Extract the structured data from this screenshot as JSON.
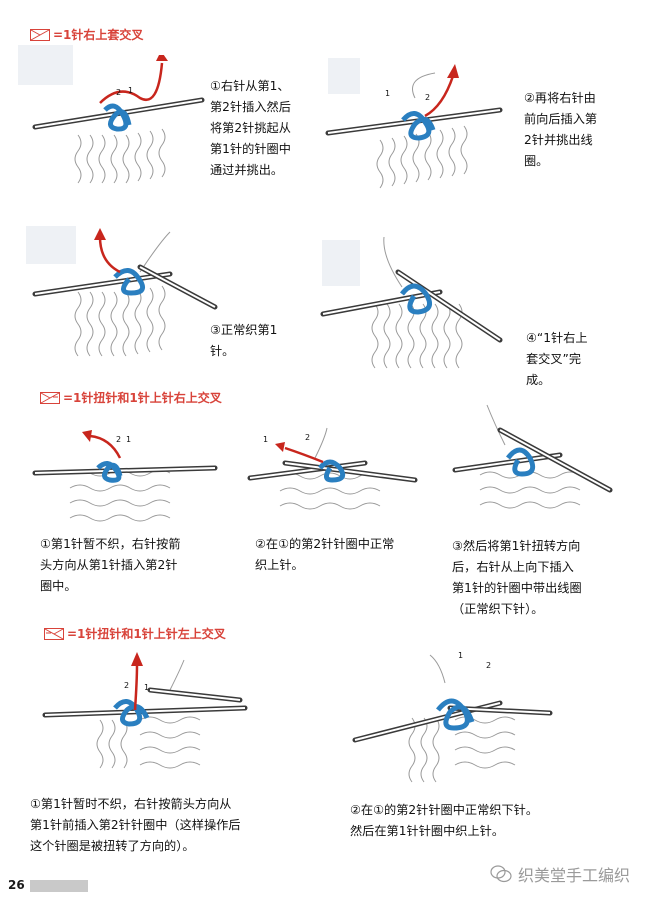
{
  "sections": [
    {
      "title": "=1针右上套交叉"
    },
    {
      "title": "=1针扭针和1针上针右上交叉"
    },
    {
      "title": "=1针扭针和1针上针左上交叉"
    }
  ],
  "captions": {
    "s1_1": [
      "①右针从第1、",
      "第2针插入然后",
      "将第2针挑起从",
      "第1针的针圈中",
      "通过并挑出。"
    ],
    "s1_2": [
      "②再将右针由",
      "前向后插入第",
      "2针并挑出线",
      "圈。"
    ],
    "s1_3": [
      "③正常织第1",
      "针。"
    ],
    "s1_4": [
      "④“1针右上",
      "套交叉”完",
      "成。"
    ],
    "s2_1": [
      "①第1针暂不织，右针按箭",
      "头方向从第1针插入第2针",
      "圈中。"
    ],
    "s2_2": [
      "②在①的第2针针圈中正常",
      "织上针。"
    ],
    "s2_3": [
      "③然后将第1针扭转方向",
      "后，右针从上向下插入",
      "第1针的针圈中带出线圈",
      "（正常织下针）。"
    ],
    "s3_1": [
      "①第1针暂时不织，右针按箭头方向从",
      "第1针前插入第2针针圈中（这样操作后",
      "这个针圈是被扭转了方向的）。"
    ],
    "s3_2": [
      "②在①的第2针针圈中正常织下针。",
      "然后在第1针针圈中织上针。"
    ]
  },
  "labels": {
    "one": "1",
    "two": "2"
  },
  "page_number": "26",
  "watermark": "织美堂手工编织",
  "colors": {
    "accent": "#d8433a",
    "stitch_blue": "#2a7fc0",
    "arrow_red": "#c8261d",
    "needle": "#3a3a3a"
  }
}
